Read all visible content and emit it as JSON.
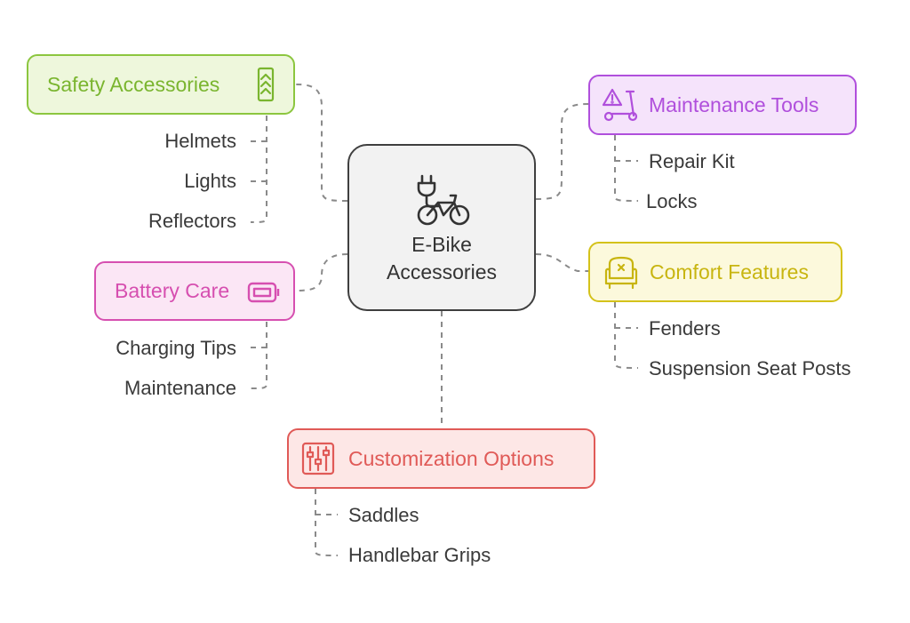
{
  "center": {
    "line1": "E-Bike",
    "line2": "Accessories",
    "icon": "ebike-plug-icon"
  },
  "branches": {
    "safety": {
      "label": "Safety Accessories",
      "icon": "chevrons-up-icon",
      "color": "#8cc63f",
      "fill": "#eef7dc",
      "items": [
        "Helmets",
        "Lights",
        "Reflectors"
      ]
    },
    "battery": {
      "label": "Battery Care",
      "icon": "battery-icon",
      "color": "#d64fb0",
      "fill": "#fbe6f5",
      "items": [
        "Charging Tips",
        "Maintenance"
      ]
    },
    "maintenance": {
      "label": "Maintenance Tools",
      "icon": "scooter-warning-icon",
      "color": "#b04fdc",
      "fill": "#f5e3fb",
      "items": [
        "Repair Kit",
        "Locks"
      ]
    },
    "comfort": {
      "label": "Comfort Features",
      "icon": "armchair-icon",
      "color": "#d4c21a",
      "fill": "#fcf9dc",
      "items": [
        "Fenders",
        "Suspension Seat Posts"
      ]
    },
    "custom": {
      "label": "Customization Options",
      "icon": "sliders-icon",
      "color": "#e05a57",
      "fill": "#fde7e6",
      "items": [
        "Saddles",
        "Handlebar Grips"
      ]
    }
  }
}
